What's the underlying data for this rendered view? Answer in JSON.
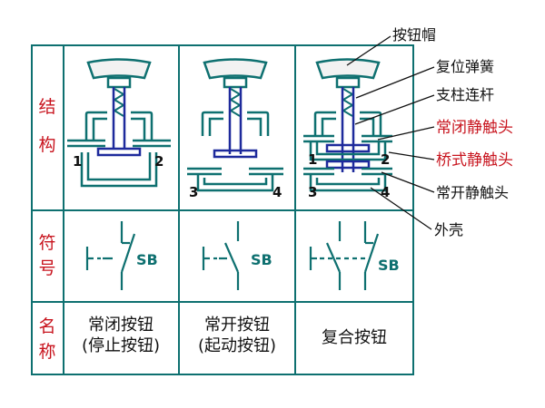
{
  "callouts": {
    "cap": "按钮帽",
    "spring": "复位弹簧",
    "rod": "支柱连杆",
    "nc_contact": "常闭静触头",
    "bridge_contact": "桥式静触头",
    "no_contact": "常开静触头",
    "shell": "外壳"
  },
  "row_labels": {
    "structure": [
      "结",
      "构"
    ],
    "symbol": [
      "符",
      "号"
    ],
    "name": [
      "名",
      "称"
    ]
  },
  "terminals": {
    "nc": [
      "1",
      "2"
    ],
    "no": [
      "3",
      "4"
    ],
    "combo": [
      "1",
      "2",
      "3",
      "4"
    ]
  },
  "symbol_tag": "SB",
  "names": {
    "nc": [
      "常闭按钮",
      "(停止按钮)"
    ],
    "no": [
      "常开按钮",
      "(起动按钮)"
    ],
    "combo": [
      "复合按钮"
    ]
  },
  "colors": {
    "grid": "#0e7070",
    "device": "#0e7070",
    "contact": "#1e2a9c",
    "red_text": "#c8141e",
    "black_text": "#111111",
    "cap_fill": "#f2f2f2"
  }
}
